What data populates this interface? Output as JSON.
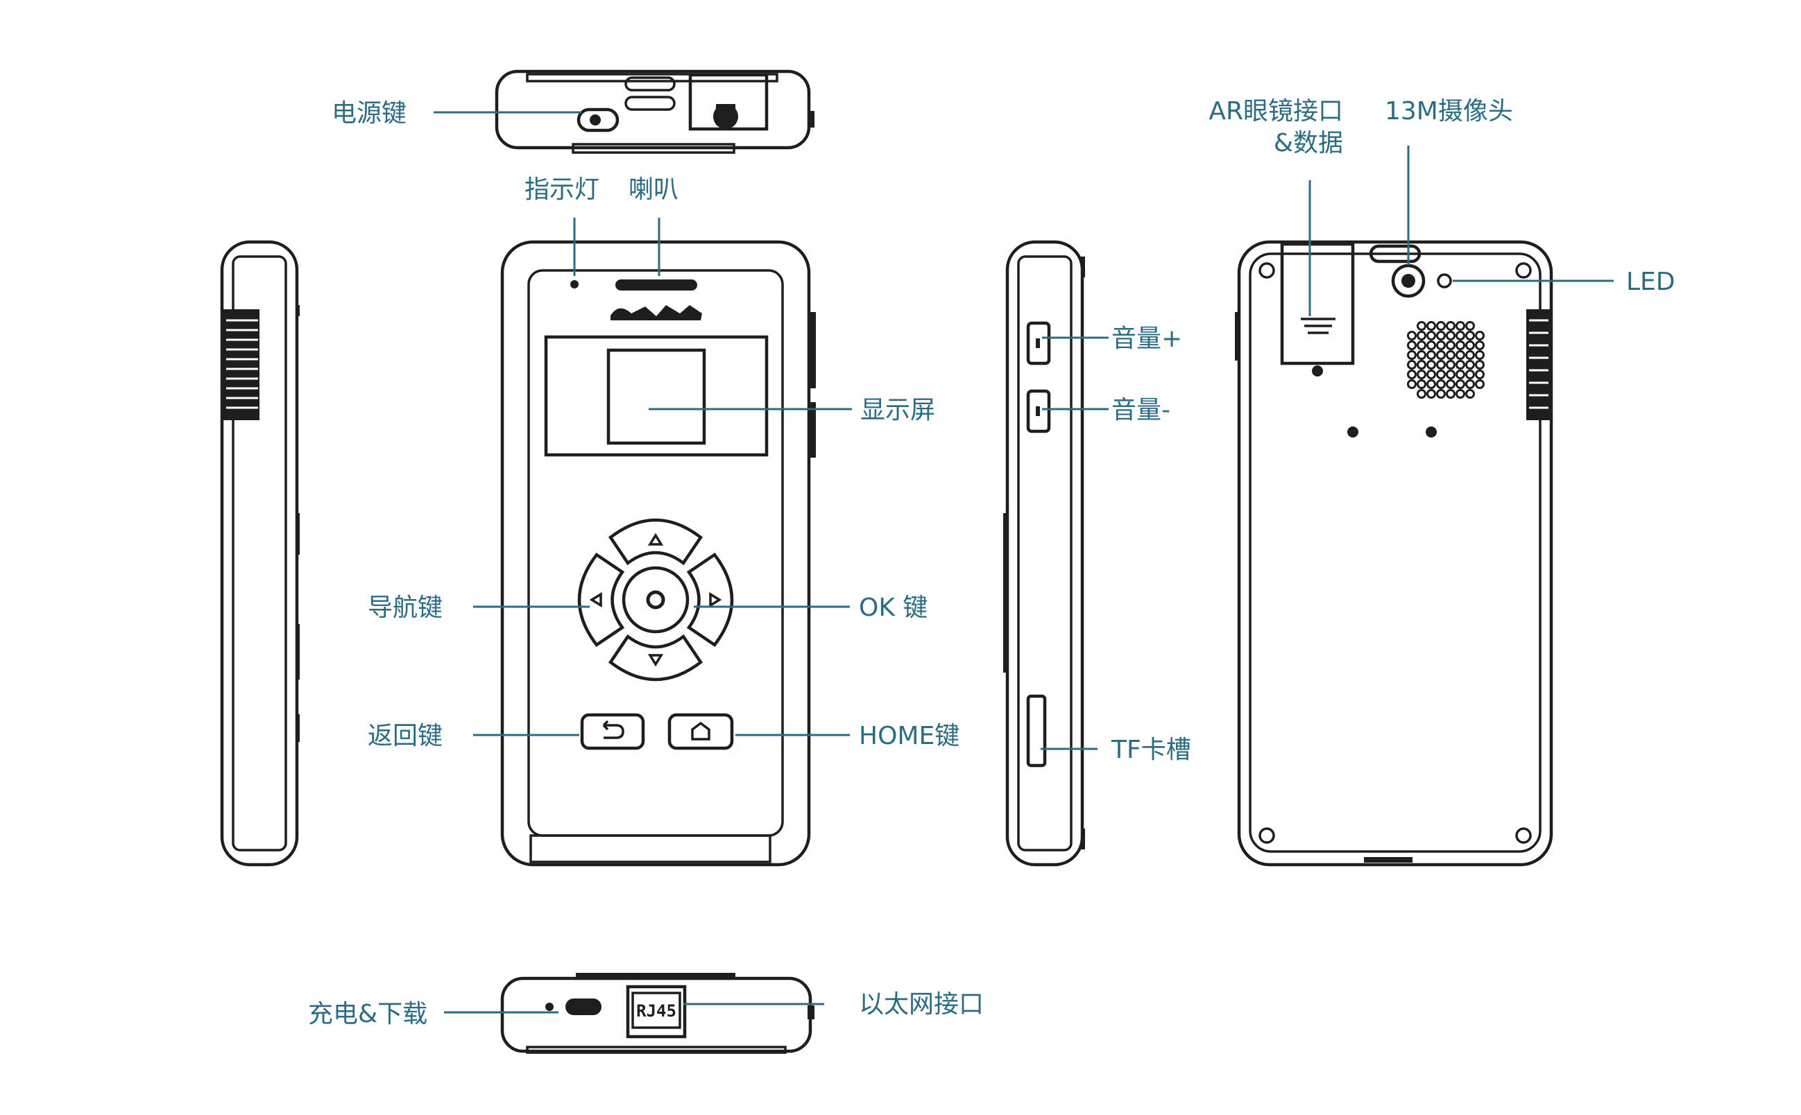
{
  "colors": {
    "label": "#2c6c83",
    "line": "#1e1e1e",
    "background": "#ffffff"
  },
  "labels": {
    "power_key": "电源键",
    "indicator": "指示灯",
    "speaker": "喇叭",
    "display": "显示屏",
    "nav_key": "导航键",
    "ok_key": "OK 键",
    "back_key": "返回键",
    "home_key": "HOME键",
    "volume_up": "音量+",
    "volume_down": "音量-",
    "tf_slot": "TF卡槽",
    "ar_port_line1": "AR眼镜接口",
    "ar_port_line2": "&数据",
    "camera": "13M摄像头",
    "led": "LED",
    "charge": "充电&下载",
    "ethernet": "以太网接口"
  },
  "markings": {
    "rj45": "RJ45"
  },
  "icons": [
    "up-arrow-icon",
    "down-arrow-icon",
    "left-arrow-icon",
    "right-arrow-icon",
    "back-icon",
    "home-icon"
  ]
}
